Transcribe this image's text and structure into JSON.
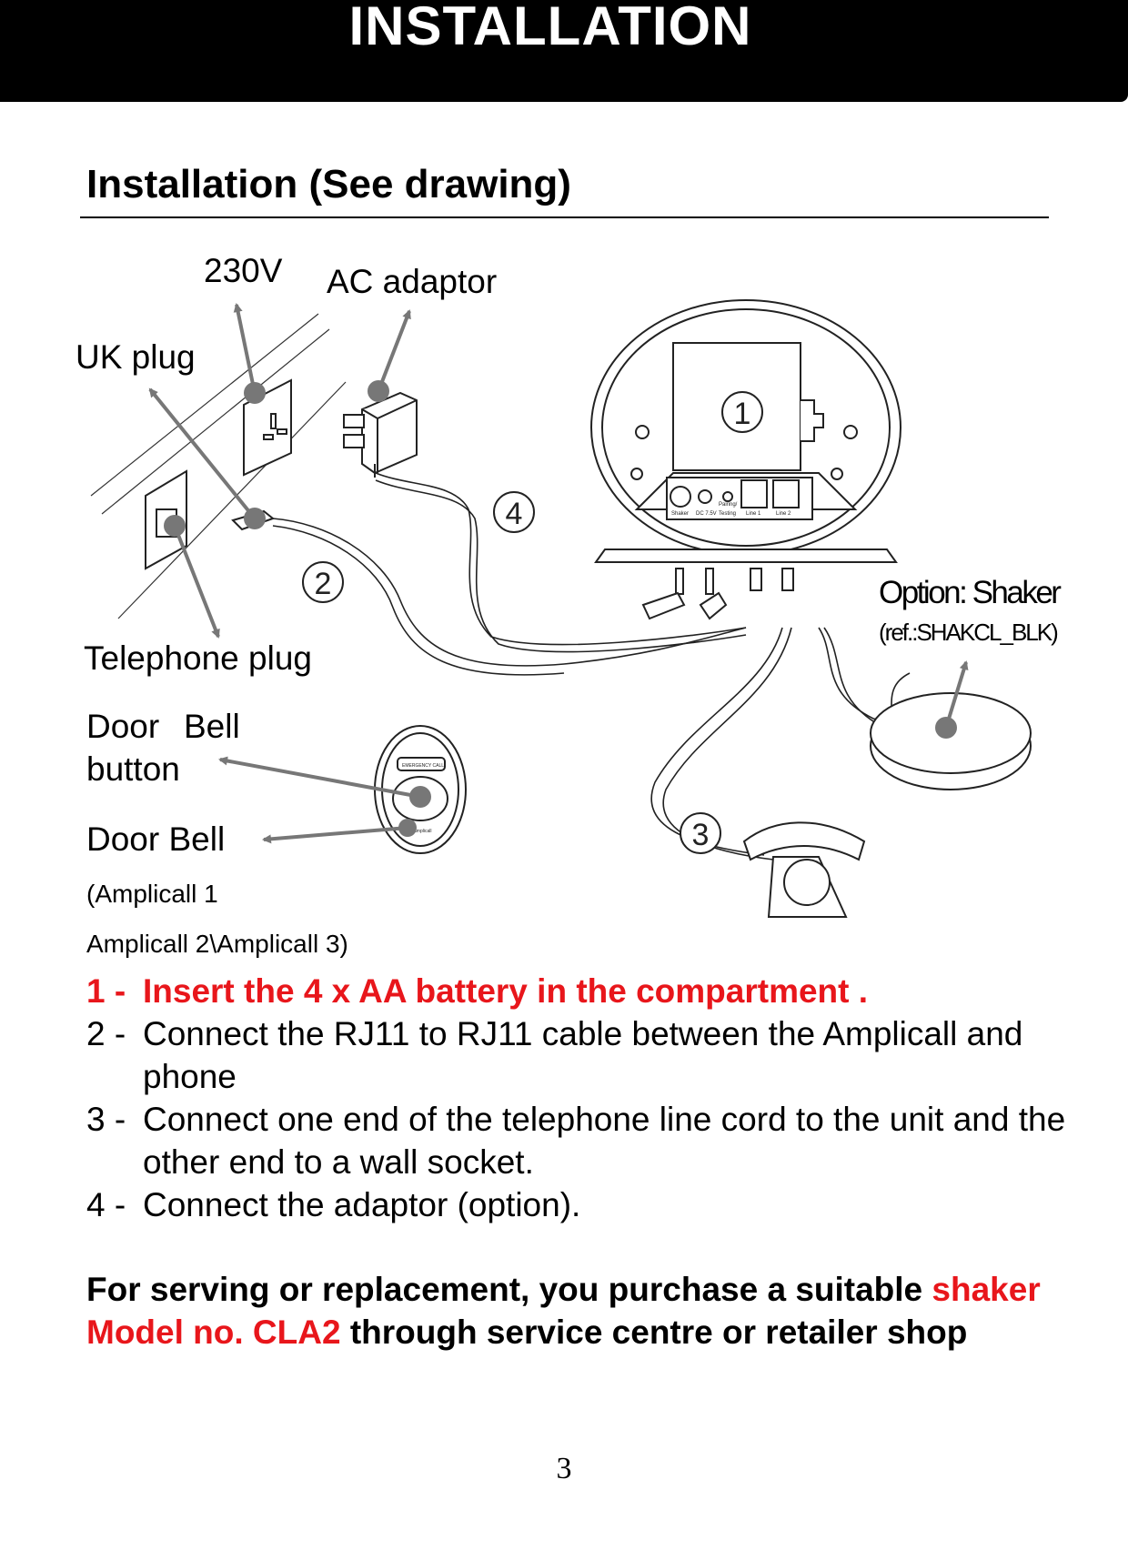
{
  "header": {
    "title": "INSTALLATION"
  },
  "section": {
    "title": "Installation (See drawing)"
  },
  "diagram": {
    "labels": {
      "v230": "230V",
      "ac_adaptor": "AC adaptor",
      "uk_plug": "UK plug",
      "telephone_plug": "Telephone plug",
      "door_bell_button_1": "Door",
      "door_bell_button_2": "Bell",
      "door_bell_button_3": "button",
      "door_bell": "Door Bell",
      "amplicall_1": "(Amplicall 1",
      "amplicall_2": "Amplicall 2\\Amplicall 3)",
      "shaker": "Option: Shaker",
      "shaker_ref": "(ref.:SHAKCL_BLK)"
    },
    "callouts": [
      "1",
      "2",
      "3",
      "4"
    ],
    "device_text": {
      "shaker_port": "Shaker",
      "dc_port": "DC 7.5V",
      "pairing": "Pairing/",
      "testing": "Testing",
      "line1": "Line 1",
      "line2": "Line 2",
      "emergency": "EMERGENCY CALL",
      "brand": "amplicall"
    }
  },
  "steps": [
    {
      "num": "1 -",
      "text": "Insert the 4 x AA battery in the compartment ."
    },
    {
      "num": "2 -",
      "text": "Connect the RJ11 to RJ11 cable between the Amplicall and phone"
    },
    {
      "num": "3 -",
      "text": "Connect one end of the telephone line cord to the unit and the other end to a wall socket."
    },
    {
      "num": "4 -",
      "text": "Connect the adaptor (option)."
    }
  ],
  "note": {
    "part1": "For serving or replacement, you purchase a suitable ",
    "highlight": "shaker Model no. CLA2",
    "part2": " through service centre or retailer shop"
  },
  "page_number": "3",
  "colors": {
    "accent_red": "#e8161b",
    "arrow_gray": "#777777",
    "header_bg": "#000000"
  }
}
